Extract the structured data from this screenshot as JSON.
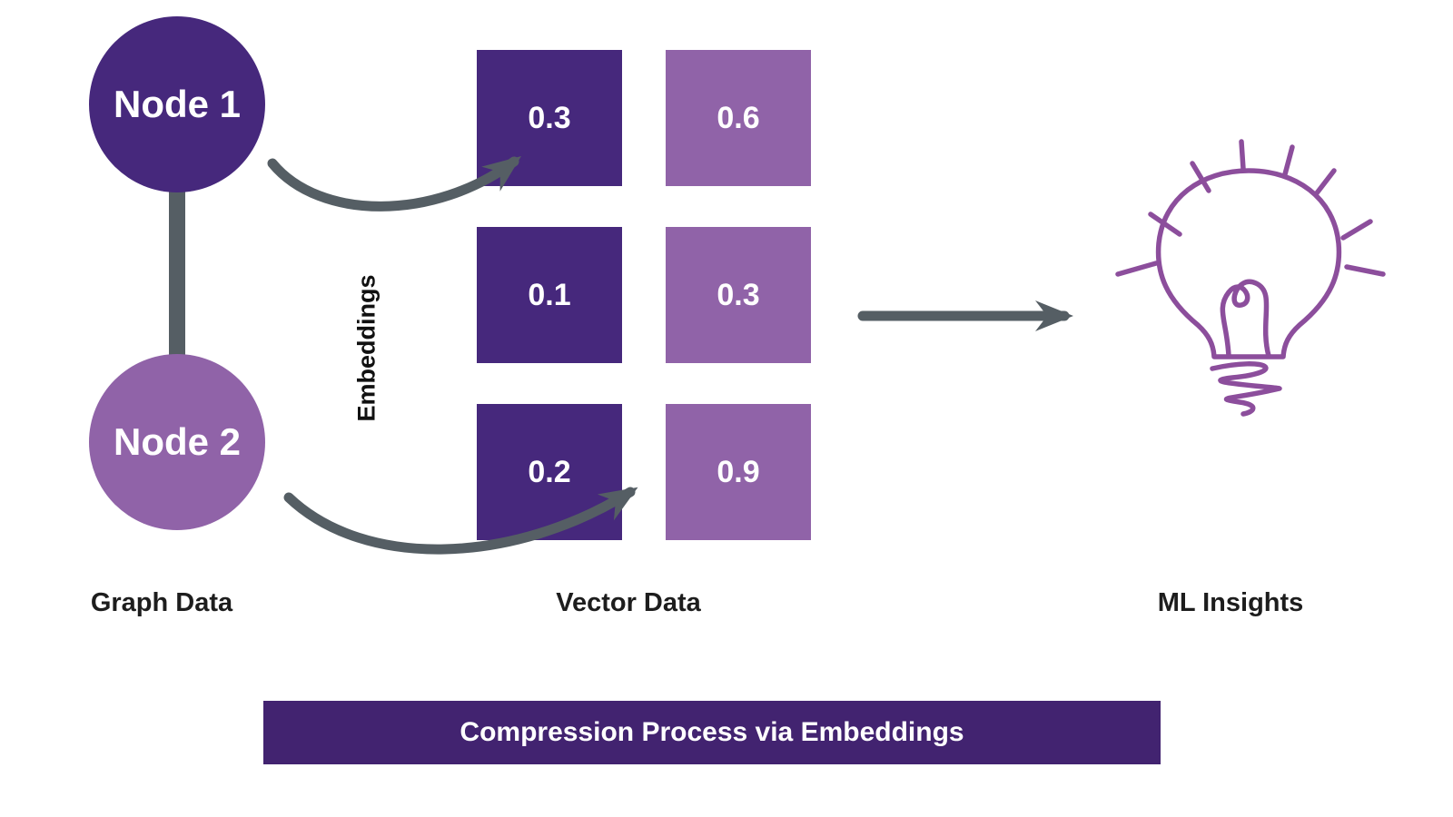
{
  "colors": {
    "dark_purple": "#46287C",
    "light_purple": "#9063A8",
    "banner_purple": "#422370",
    "slate": "#555E64",
    "bulb_purple": "#8C4E9C"
  },
  "graph": {
    "node1_label": "Node 1",
    "node2_label": "Node 2",
    "caption": "Graph Data"
  },
  "embeddings": {
    "label": "Embeddings"
  },
  "matrix": {
    "caption": "Vector Data",
    "rows": [
      {
        "left": "0.3",
        "right": "0.6"
      },
      {
        "left": "0.1",
        "right": "0.3"
      },
      {
        "left": "0.2",
        "right": "0.9"
      }
    ]
  },
  "insights": {
    "caption": "ML Insights",
    "icon": "lightbulb-icon"
  },
  "banner": {
    "label": "Compression Process via Embeddings"
  }
}
